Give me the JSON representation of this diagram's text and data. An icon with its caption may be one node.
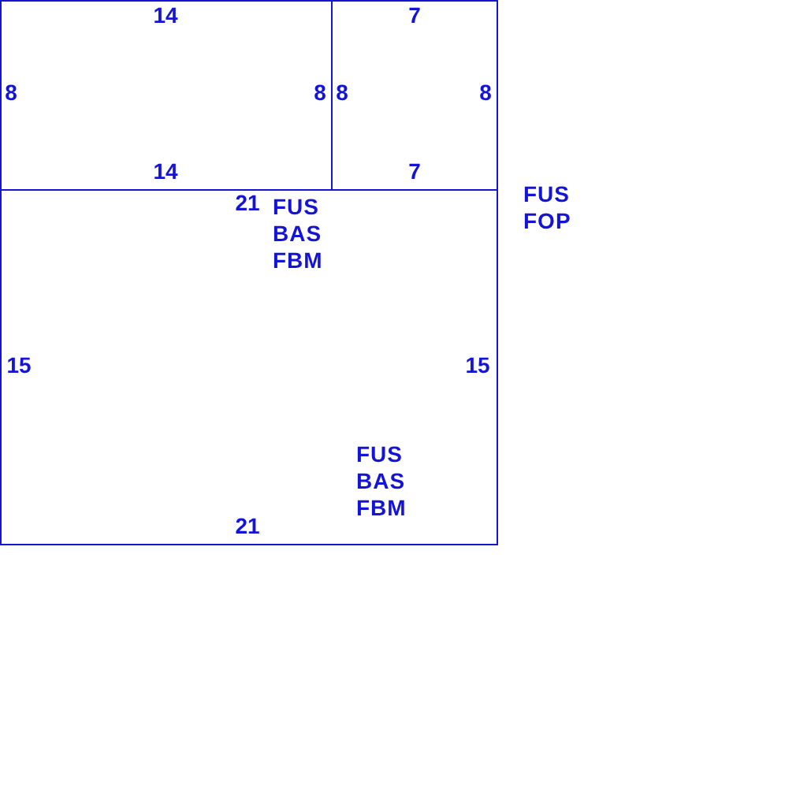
{
  "diagram": {
    "nodes": [
      {
        "text": [],
        "shape": "box"
      },
      {
        "text": [],
        "shape": "box"
      },
      {
        "text": [],
        "shape": "box"
      }
    ],
    "labels": [
      "14",
      "7",
      "8",
      "8",
      "8",
      "8",
      "FUS BAS FBM",
      "14",
      "7",
      "FUS FOP",
      "21",
      "15",
      "15",
      "FUS BAS FBM",
      "21"
    ]
  }
}
